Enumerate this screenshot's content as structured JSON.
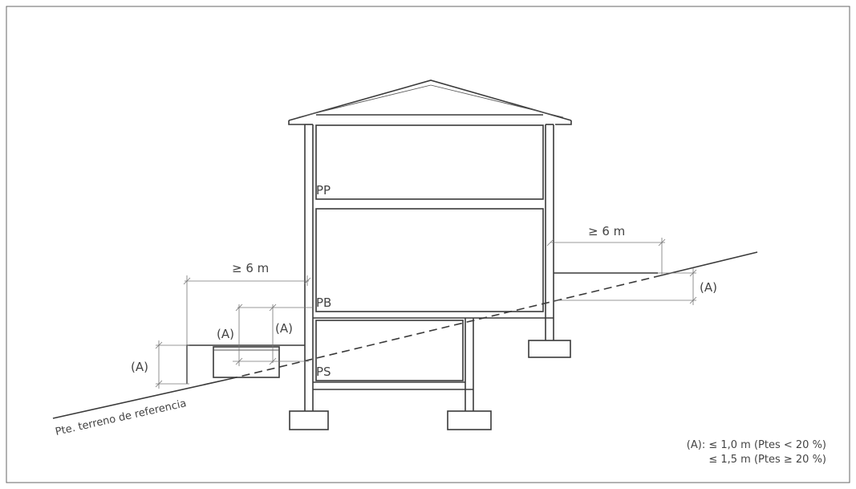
{
  "labels": {
    "floor_pp": "PP",
    "floor_pb": "PB",
    "floor_ps": "PS",
    "dist_left": "≥ 6 m",
    "dist_right": "≥ 6 m",
    "a_left_outer": "(A)",
    "a_left_inner_1": "(A)",
    "a_left_inner_2": "(A)",
    "a_right": "(A)",
    "terrain": "Pte. terreno de referencia"
  },
  "legend": {
    "line1": "(A): ≤ 1,0 m  (Ptes < 20 %)",
    "line2": "≤ 1,5 m  (Ptes ≥ 20 %)"
  },
  "colors": {
    "line": "#3a3a3a",
    "dimension": "#777777",
    "text": "#444444"
  }
}
